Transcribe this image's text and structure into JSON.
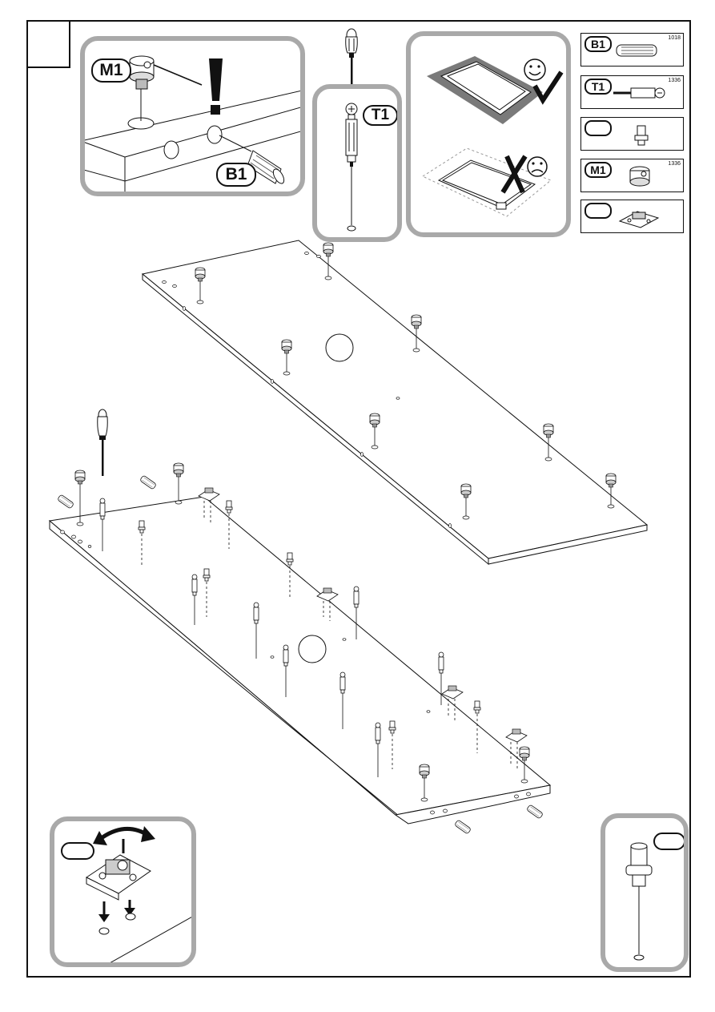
{
  "step": {
    "number": ""
  },
  "callouts": {
    "cam_label": "M1",
    "dowel_label": "B1",
    "screw_label": "T1",
    "warning_glyph": "!"
  },
  "orientation_hint": {
    "correct_icon": "smiley-check-icon",
    "wrong_icon": "frown-cross-icon"
  },
  "parts_legend": [
    {
      "label": "B1",
      "code": "1018",
      "icon": "wooden-dowel-icon"
    },
    {
      "label": "T1",
      "code": "1336",
      "icon": "cam-bolt-screw-icon"
    },
    {
      "label": "",
      "code": "",
      "icon": "connector-pin-icon"
    },
    {
      "label": "M1",
      "code": "1336",
      "icon": "cam-lock-nut-icon"
    },
    {
      "label": "",
      "code": "",
      "icon": "hinge-plate-icon"
    }
  ],
  "detail_hinge_plate": {
    "label": ""
  },
  "detail_pin": {
    "label": ""
  },
  "colors": {
    "frame": "#111111",
    "inset_border": "#a9a9a9",
    "carpet": "#7a7a7a"
  }
}
